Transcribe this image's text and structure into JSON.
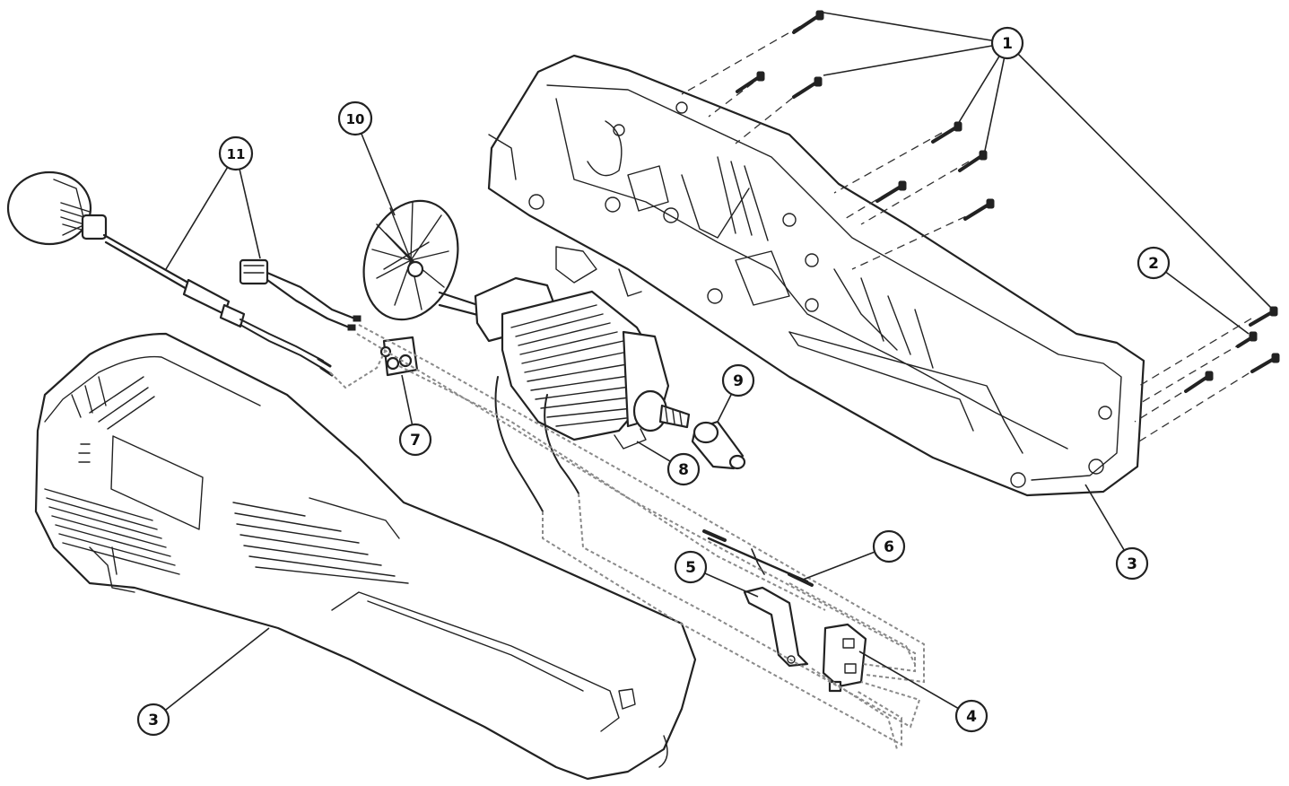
{
  "diagram": {
    "type": "exploded-parts-view",
    "callouts": [
      {
        "id": "c1",
        "label": "1"
      },
      {
        "id": "c2",
        "label": "2"
      },
      {
        "id": "c3a",
        "label": "3"
      },
      {
        "id": "c3b",
        "label": "3"
      },
      {
        "id": "c4",
        "label": "4"
      },
      {
        "id": "c5",
        "label": "5"
      },
      {
        "id": "c6",
        "label": "6"
      },
      {
        "id": "c7",
        "label": "7"
      },
      {
        "id": "c8",
        "label": "8"
      },
      {
        "id": "c9",
        "label": "9"
      },
      {
        "id": "c10",
        "label": "10"
      },
      {
        "id": "c11",
        "label": "11"
      }
    ],
    "colors": {
      "line": "#222222",
      "wiring": "#8a8a8a",
      "background": "#ffffff"
    }
  }
}
